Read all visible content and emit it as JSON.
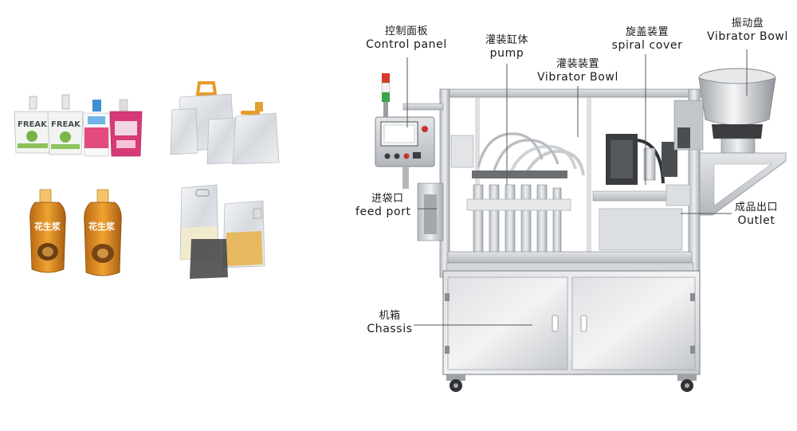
{
  "products": {
    "freak_a_text": "FREAK",
    "freak_b_text": "FREAK",
    "peanut_a_text": "花生浆",
    "peanut_b_text": "花生浆"
  },
  "labels": {
    "control_panel": {
      "cn": "控制面板",
      "en": "Control panel"
    },
    "pump": {
      "cn": "灌装缸体",
      "en": "pump"
    },
    "filling": {
      "cn": "灌装装置",
      "en": "Vibrator Bowl"
    },
    "spiral_cover": {
      "cn": "旋盖装置",
      "en": "spiral cover"
    },
    "vibrator_bowl": {
      "cn": "振动盘",
      "en": "Vibrator Bowl"
    },
    "feed_port": {
      "cn": "进袋口",
      "en": "feed port"
    },
    "outlet": {
      "cn": "成品出口",
      "en": "Outlet"
    },
    "chassis": {
      "cn": "机箱",
      "en": "Chassis"
    }
  },
  "colors": {
    "background": "#ffffff",
    "steel": "#c9cccf",
    "steel_dark": "#8e9297",
    "pouch_pink": "#d63a77",
    "pouch_orange": "#d9881f",
    "leader_line": "#555555"
  }
}
